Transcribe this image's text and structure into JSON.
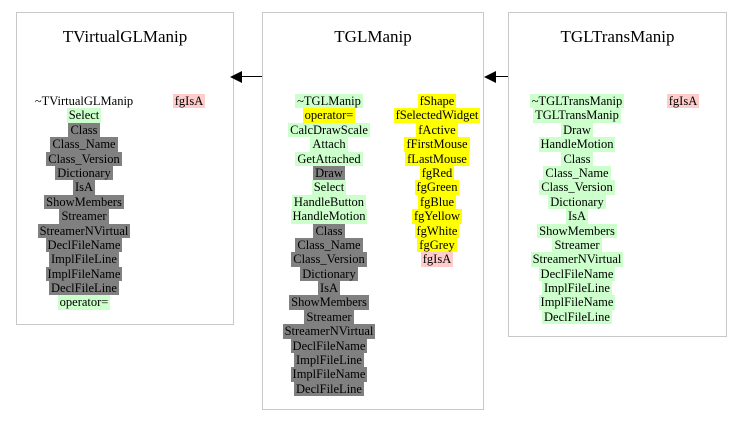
{
  "diagram": {
    "type": "class-inheritance-diagram",
    "background": "#ffffff",
    "colors": {
      "public": "#ccffcc",
      "private": "#808080",
      "field": "#ffff00",
      "static": "#ffcccc",
      "border": "#c8c8c8",
      "text": "#000000"
    },
    "classes": [
      {
        "name": "TVirtualGLManip",
        "title": "TVirtualGLManip",
        "methods": [
          {
            "label": "~TVirtualGLManip",
            "color": "none"
          },
          {
            "label": "Select",
            "color": "green"
          },
          {
            "label": "Class",
            "color": "grey"
          },
          {
            "label": "Class_Name",
            "color": "grey"
          },
          {
            "label": "Class_Version",
            "color": "grey"
          },
          {
            "label": "Dictionary",
            "color": "grey"
          },
          {
            "label": "IsA",
            "color": "grey"
          },
          {
            "label": "ShowMembers",
            "color": "grey"
          },
          {
            "label": "Streamer",
            "color": "grey"
          },
          {
            "label": "StreamerNVirtual",
            "color": "grey"
          },
          {
            "label": "DeclFileName",
            "color": "grey"
          },
          {
            "label": "ImplFileLine",
            "color": "grey"
          },
          {
            "label": "ImplFileName",
            "color": "grey"
          },
          {
            "label": "DeclFileLine",
            "color": "grey"
          },
          {
            "label": "operator=",
            "color": "green"
          }
        ],
        "fields": [
          {
            "label": "fgIsA",
            "color": "pink"
          }
        ]
      },
      {
        "name": "TGLManip",
        "title": "TGLManip",
        "methods": [
          {
            "label": "~TGLManip",
            "color": "green"
          },
          {
            "label": "operator=",
            "color": "yellow"
          },
          {
            "label": "CalcDrawScale",
            "color": "green"
          },
          {
            "label": "Attach",
            "color": "green"
          },
          {
            "label": "GetAttached",
            "color": "green"
          },
          {
            "label": "Draw",
            "color": "grey"
          },
          {
            "label": "Select",
            "color": "green"
          },
          {
            "label": "HandleButton",
            "color": "green"
          },
          {
            "label": "HandleMotion",
            "color": "green"
          },
          {
            "label": "Class",
            "color": "grey"
          },
          {
            "label": "Class_Name",
            "color": "grey"
          },
          {
            "label": "Class_Version",
            "color": "grey"
          },
          {
            "label": "Dictionary",
            "color": "grey"
          },
          {
            "label": "IsA",
            "color": "grey"
          },
          {
            "label": "ShowMembers",
            "color": "grey"
          },
          {
            "label": "Streamer",
            "color": "grey"
          },
          {
            "label": "StreamerNVirtual",
            "color": "grey"
          },
          {
            "label": "DeclFileName",
            "color": "grey"
          },
          {
            "label": "ImplFileLine",
            "color": "grey"
          },
          {
            "label": "ImplFileName",
            "color": "grey"
          },
          {
            "label": "DeclFileLine",
            "color": "grey"
          }
        ],
        "fields": [
          {
            "label": "fShape",
            "color": "yellow"
          },
          {
            "label": "fSelectedWidget",
            "color": "yellow"
          },
          {
            "label": "fActive",
            "color": "yellow"
          },
          {
            "label": "fFirstMouse",
            "color": "yellow"
          },
          {
            "label": "fLastMouse",
            "color": "yellow"
          },
          {
            "label": "fgRed",
            "color": "yellow"
          },
          {
            "label": "fgGreen",
            "color": "yellow"
          },
          {
            "label": "fgBlue",
            "color": "yellow"
          },
          {
            "label": "fgYellow",
            "color": "yellow"
          },
          {
            "label": "fgWhite",
            "color": "yellow"
          },
          {
            "label": "fgGrey",
            "color": "yellow"
          },
          {
            "label": "fgIsA",
            "color": "pink"
          }
        ]
      },
      {
        "name": "TGLTransManip",
        "title": "TGLTransManip",
        "methods": [
          {
            "label": "~TGLTransManip",
            "color": "green"
          },
          {
            "label": "TGLTransManip",
            "color": "green"
          },
          {
            "label": "Draw",
            "color": "green"
          },
          {
            "label": "HandleMotion",
            "color": "green"
          },
          {
            "label": "Class",
            "color": "green"
          },
          {
            "label": "Class_Name",
            "color": "green"
          },
          {
            "label": "Class_Version",
            "color": "green"
          },
          {
            "label": "Dictionary",
            "color": "green"
          },
          {
            "label": "IsA",
            "color": "green"
          },
          {
            "label": "ShowMembers",
            "color": "green"
          },
          {
            "label": "Streamer",
            "color": "green"
          },
          {
            "label": "StreamerNVirtual",
            "color": "green"
          },
          {
            "label": "DeclFileName",
            "color": "green"
          },
          {
            "label": "ImplFileLine",
            "color": "green"
          },
          {
            "label": "ImplFileName",
            "color": "green"
          },
          {
            "label": "DeclFileLine",
            "color": "green"
          }
        ],
        "fields": [
          {
            "label": "fgIsA",
            "color": "pink"
          }
        ]
      }
    ],
    "edges": [
      {
        "from": "TGLManip",
        "to": "TVirtualGLManip",
        "direction": "left"
      },
      {
        "from": "TGLTransManip",
        "to": "TGLManip",
        "direction": "left"
      }
    ]
  }
}
